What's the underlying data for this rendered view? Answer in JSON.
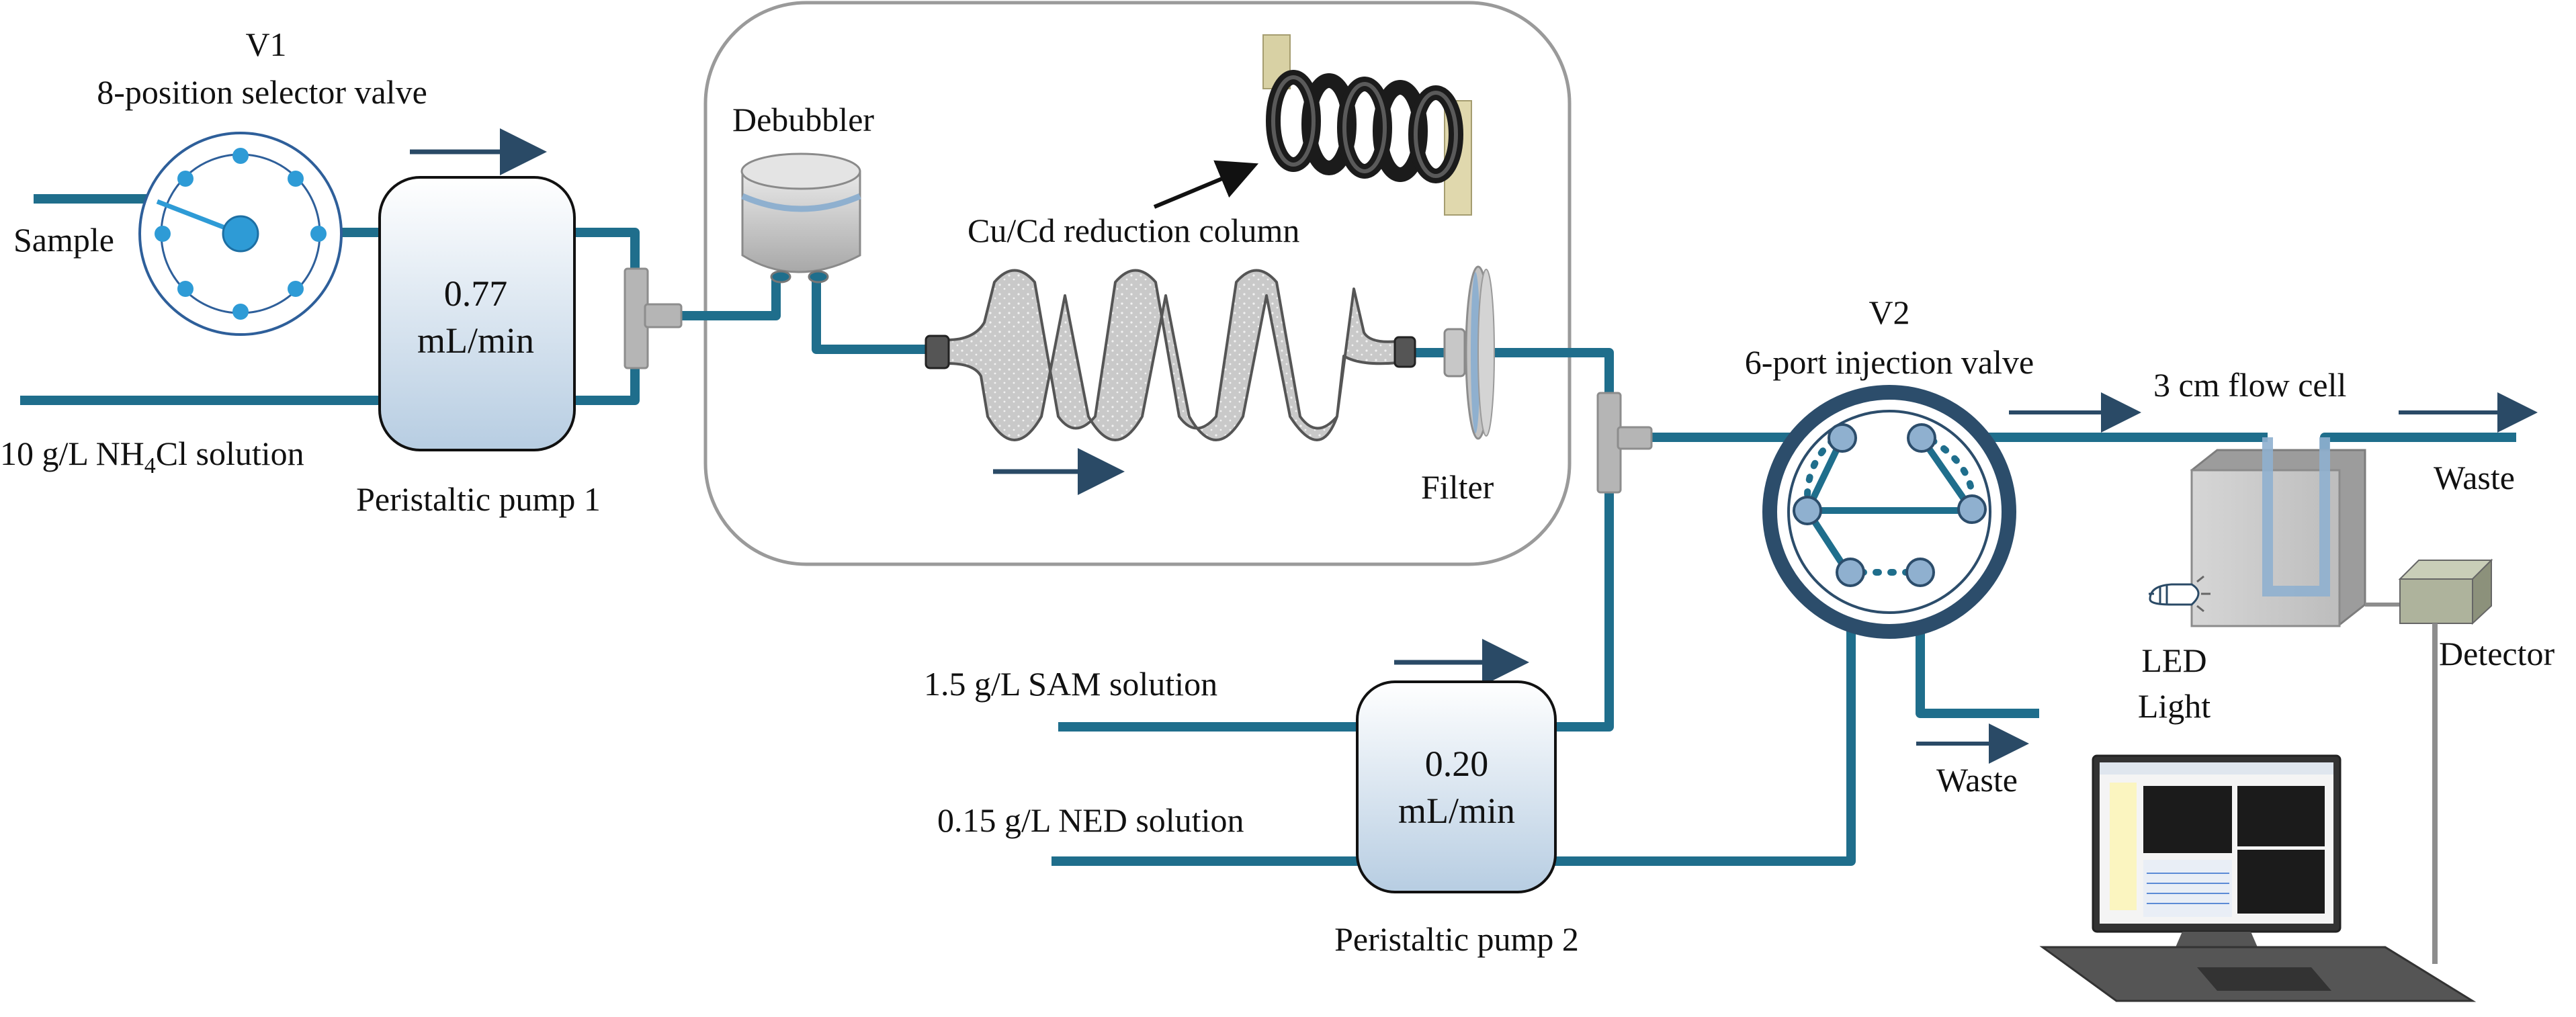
{
  "colors": {
    "tube": "#1f6e8c",
    "arrow": "#2a4a66",
    "valve_ring": "#2c4d6b",
    "port": "#8fb0cf",
    "selector_dot": "#2e9bd6",
    "pump_fill_top": "#ffffff",
    "pump_fill_bottom": "#b7cde2",
    "panel": "#9a9a9a",
    "connector": "#b5b5b5"
  },
  "labels": {
    "v1_title": "V1",
    "v1_subtitle": "8-position selector valve",
    "sample": "Sample",
    "nh4cl_prefix": "10 g/L NH",
    "nh4cl_sub": "4",
    "nh4cl_suffix": "Cl solution",
    "pump1_rate_value": "0.77",
    "pump1_rate_unit": "mL/min",
    "pump1_name": "Peristaltic pump 1",
    "debubbler": "Debubbler",
    "column": "Cu/Cd reduction column",
    "filter": "Filter",
    "v2_title": "V2",
    "v2_subtitle": "6-port injection valve",
    "flow_cell": "3 cm flow cell",
    "waste_top": "Waste",
    "led_1": "LED",
    "led_2": "Light",
    "detector": "Detector",
    "sam": "1.5 g/L SAM solution",
    "ned": "0.15 g/L NED solution",
    "pump2_rate_value": "0.20",
    "pump2_rate_unit": "mL/min",
    "pump2_name": "Peristaltic pump 2",
    "waste_valve": "Waste"
  },
  "icons": {
    "column_photo": "coiled-column-photo",
    "laptop": "laptop-icon",
    "led": "led-bulb-icon"
  }
}
